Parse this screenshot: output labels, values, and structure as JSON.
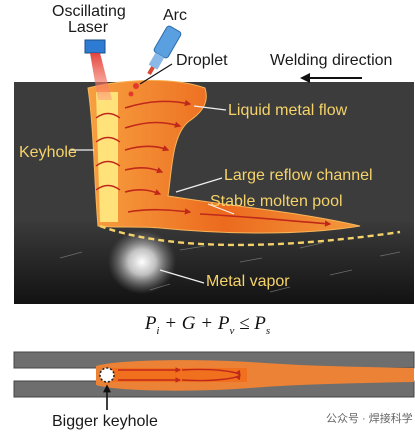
{
  "labels": {
    "oscillating_laser_line1": "Oscillating",
    "oscillating_laser_line2": "Laser",
    "arc": "Arc",
    "droplet": "Droplet",
    "welding_direction": "Welding direction",
    "liquid_metal_flow": "Liquid metal flow",
    "keyhole": "Keyhole",
    "large_reflow_channel": "Large reflow channel",
    "stable_molten_pool": "Stable molten pool",
    "metal_vapor": "Metal vapor",
    "bigger_keyhole": "Bigger keyhole"
  },
  "formula": {
    "p": "P",
    "i": "i",
    "g": "+ G +",
    "v": "v",
    "rel": "≤",
    "s": "s"
  },
  "watermark": "公众号 · 焊接科学",
  "colors": {
    "background": "#ffffff",
    "panel": "#3a3a3a",
    "molten_orange": "#f07a22",
    "keyhole_yellow": "#ffe27a",
    "flow_arrow": "#c0281a",
    "label_gold": "#f5d36a",
    "laser_head": "#2d7bd2",
    "arc_head": "#5aa0e0"
  },
  "icons": [
    "laser-head-icon",
    "arc-torch-icon",
    "droplet-icon",
    "direction-arrow-icon"
  ]
}
